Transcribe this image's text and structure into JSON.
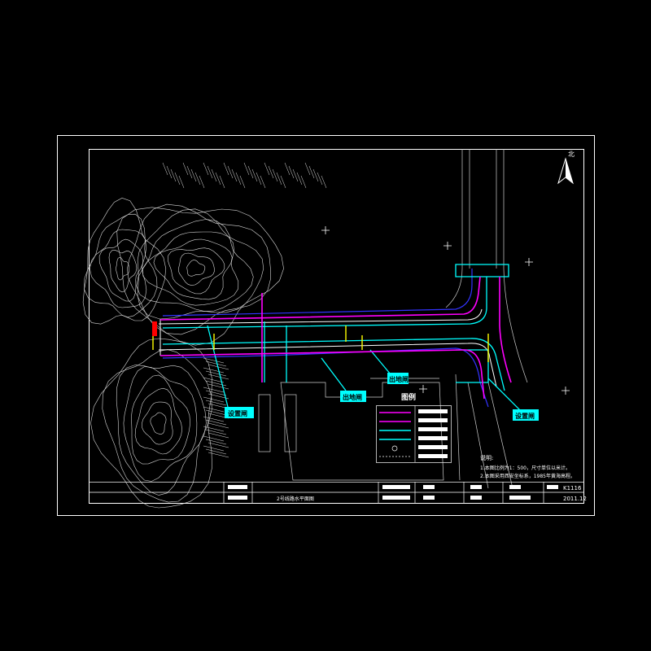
{
  "north_label": "北",
  "callouts": {
    "left": "设置闸",
    "right": "设置闸",
    "mid_a": "出地闸",
    "mid_b": "出地闸"
  },
  "legend": {
    "title": "图例"
  },
  "notes": {
    "heading": "说明:",
    "line1": "1.本图比例为1：500，尺寸单位以米计。",
    "line2": "2.本图采用西安坐标系，1985年黄海高程。"
  },
  "title_block": {
    "project_code": "K1116",
    "date": "2011.12",
    "drawing_title": "2号线路水平面图"
  },
  "colors": {
    "background": "#000000",
    "frame": "#ffffff",
    "pipe_magenta": "#ff00ff",
    "pipe_cyan": "#00ffff",
    "marker_yellow": "#ffff00",
    "marker_red": "#ff0000",
    "boundary_blue": "#3333ff",
    "contour": "#ffffff"
  }
}
